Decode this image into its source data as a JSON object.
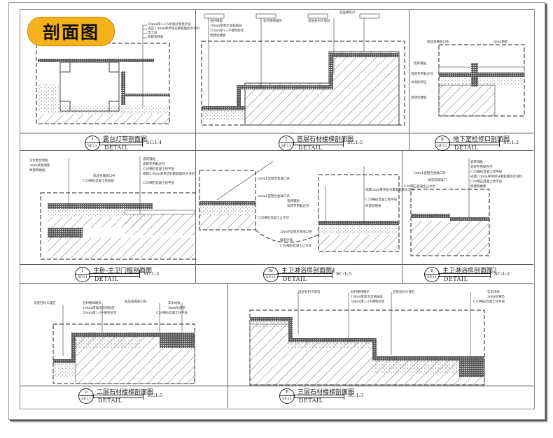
{
  "badge": {
    "label": "剖面图",
    "color": "#f6b21a"
  },
  "detail_word": "DETAIL",
  "panels": [
    {
      "id": "p1",
      "marker_top": "I",
      "marker_bottom": "SP.11",
      "title": "露台灯带剖面图",
      "scale": "SC:1:4",
      "callouts": [
        "20mm厚1:2.5水泥砂浆找平层",
        "成品2.0mm厚单组分聚氨酯防水涂料",
        "垫土层",
        "原建筑楼板"
      ]
    },
    {
      "id": "p2",
      "marker_top": "J",
      "marker_bottom": "SP.11",
      "title": "首层石材楼梯剖面图",
      "scale": "SC:1:5",
      "callouts": [
        "石材踏面",
        "10mm厚素水泥粘贴层",
        "25mm厚1:3干硬性砂浆",
        "原建筑楼板",
        "石材楼梯踏步",
        "首层石材大理石",
        "成品硬条灯"
      ]
    },
    {
      "id": "p3",
      "marker_top": "k",
      "marker_bottom": "SP.11",
      "title": "地下室检修口剖面图",
      "scale": "SC:1:2",
      "callouts": [
        "成品金属收口条",
        "6mm钢板",
        "瓷砖铺贴",
        "瓷砖专用黏合剂",
        "水泥砂浆层",
        "原建筑楼板"
      ]
    },
    {
      "id": "p4",
      "marker_top": "l",
      "marker_bottom": "SP.11",
      "title": "主卧-主卫门槛剖面图",
      "scale": "SC:1:3",
      "callouts": [
        "实木复合地板",
        "3mm厚防潮垫",
        "原建筑楼板",
        "成品金属收口条",
        "C20细石混凝土找坡层",
        "瓷砖铺贴",
        "瓷砖专用黏合剂",
        "C20细石混凝土找平层",
        "成膜2.0mm厚单组分聚氨酯防水涂料",
        "C20细石混凝土找平层"
      ]
    },
    {
      "id": "p5",
      "marker_top": "m",
      "marker_bottom": "SP.11",
      "title": "主卫淋浴房剖面图1",
      "scale": "SC:1:5",
      "callouts": [
        "2mmF型铝合金收口条",
        "2mmL型铝合金收口条",
        "C20细石混凝土止水坎",
        "瓷砖铺贴",
        "瓷砖专用黏合剂",
        "成膜2mm厚单组分聚氨酯防水涂料",
        "C20细石混凝土找平层",
        "2mmF型铝合金收口条",
        "墙毛坯墙",
        "C20细石混凝土止水坎",
        "原建筑楼板"
      ]
    },
    {
      "id": "p6",
      "marker_top": "n",
      "marker_bottom": "SP.11",
      "title": "主卫淋浴房剖面图2",
      "scale": "SC:1:2",
      "callouts": [
        "2mmL型铝合金收口条",
        "淋浴房玻璃门",
        "C20细石混凝土止水坎",
        "瓷砖铺贴",
        "瓷砖专用黏合剂",
        "C20细石混凝土找平层",
        "成膜2.0mm厚单组分聚氨酯防水涂料",
        "C20细石混凝土找平层",
        "原建筑楼板"
      ]
    },
    {
      "id": "p7",
      "marker_top": "o",
      "marker_bottom": "SP.11",
      "title": "二层石材楼梯剖面图",
      "scale": "SC:1:5",
      "callouts": [
        "首层石材大理石",
        "石材楼梯踏步",
        "10mm厚素水泥粘贴层",
        "50mm厚1:3干硬性砂浆",
        "成品金属收口条",
        "实木地板",
        "3mm防潮垫",
        "C20细石混凝土找平层"
      ]
    },
    {
      "id": "p8",
      "marker_top": "P",
      "marker_bottom": "SP.11",
      "title": "三层石材楼梯剖面图",
      "scale": "SC:1:3",
      "callouts": [
        "首层石材大理石",
        "石材楼梯踏步",
        "10mm厚素水泥粘贴层",
        "50mm厚1:3干硬性砂浆",
        "首层石材大理石",
        "实木地板",
        "3mm防潮垫",
        "C20细石混凝土找平层"
      ]
    }
  ]
}
